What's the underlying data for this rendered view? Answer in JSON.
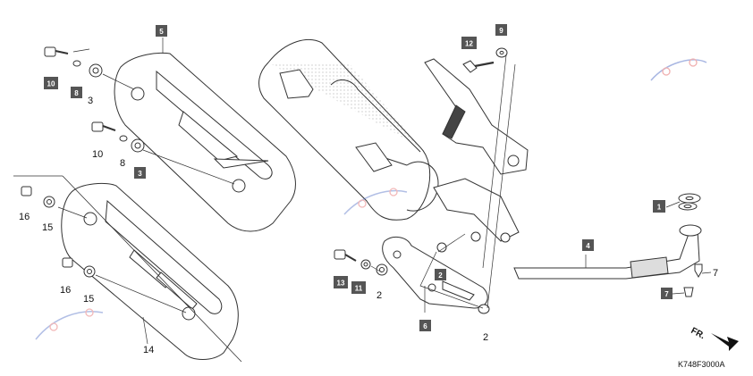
{
  "diagram": {
    "code": "K748F3000A",
    "direction_label": "FR.",
    "callouts_boxed": [
      "5",
      "10",
      "8",
      "3",
      "12",
      "9",
      "1",
      "4",
      "2",
      "6",
      "13",
      "11",
      "7"
    ],
    "callouts_plain": [
      "3",
      "10",
      "8",
      "16",
      "15",
      "16",
      "15",
      "14",
      "2",
      "2",
      "7"
    ]
  },
  "colors": {
    "line": "#333333",
    "box_fill": "#555555",
    "box_text": "#ffffff",
    "watermark_red": "#e05050",
    "watermark_blue": "#4060c0"
  }
}
